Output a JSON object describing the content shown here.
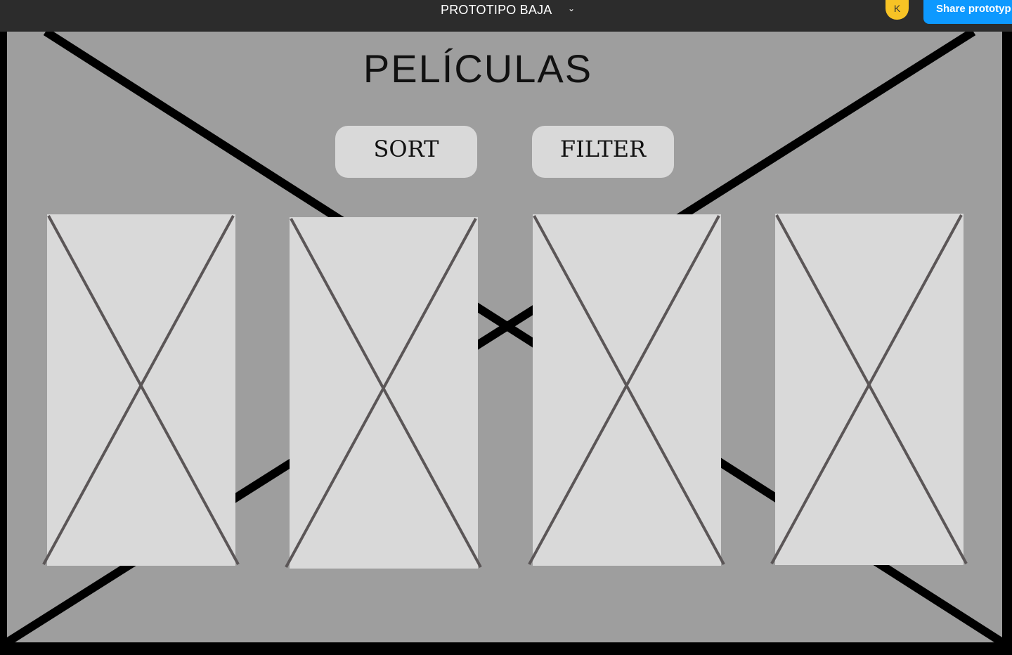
{
  "topbar": {
    "prototype_title": "PROTOTIPO BAJA",
    "chevron": "chevron-down-icon",
    "avatar_letter": "K",
    "share_label": "Share prototyp"
  },
  "main": {
    "title": "PELÍCULAS",
    "sort_label": "SORT",
    "filter_label": "FILTER",
    "movies_count": 4
  },
  "colors": {
    "topbar": "#2c2c2c",
    "frame": "#9e9e9e",
    "card": "#d9d9d9",
    "placeholder_x": "#5b5657",
    "avatar": "#f7c325",
    "share": "#0d99ff"
  }
}
